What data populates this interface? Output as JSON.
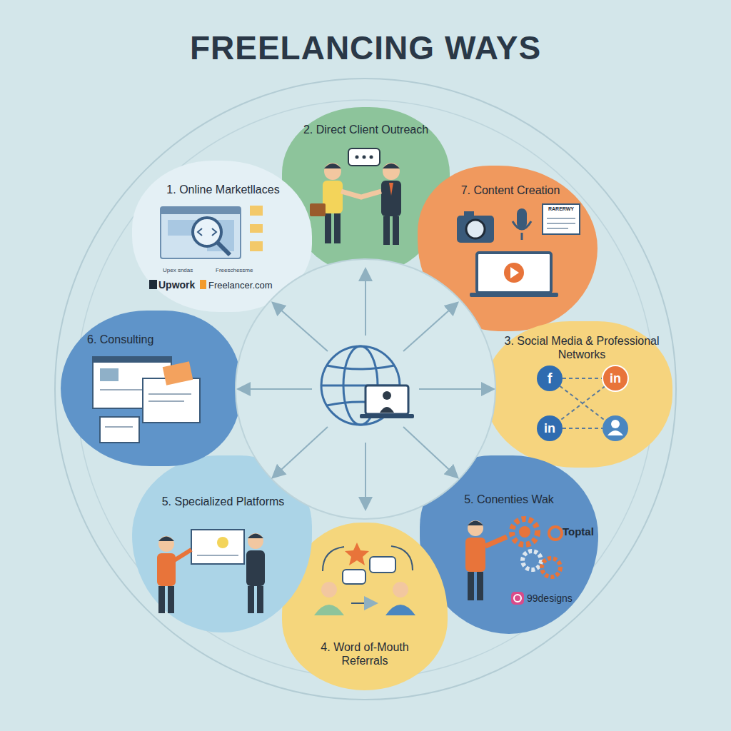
{
  "diagram": {
    "title": "FREELANCING WAYS",
    "nodes": [
      {
        "text": [
          "2. Direct Client Outreach"
        ]
      },
      {
        "text": [
          "7. Content Creation",
          "RARERWY"
        ]
      },
      {
        "text": [
          "3. Social Media & Professional Networks",
          "f",
          "in",
          "in"
        ]
      },
      {
        "text": [
          "5. Conenties Wak",
          "Toptal",
          "99designs"
        ]
      },
      {
        "text": [
          "4. Word of-Mouth Referrals"
        ]
      },
      {
        "text": [
          "5. Specialized Platforms"
        ]
      },
      {
        "text": [
          "6. Consulting"
        ]
      },
      {
        "text": [
          "1. Online Marketllaces",
          "Upex sndas",
          "Freeschessme",
          "Upwork",
          "Freelancer.com"
        ]
      }
    ]
  }
}
